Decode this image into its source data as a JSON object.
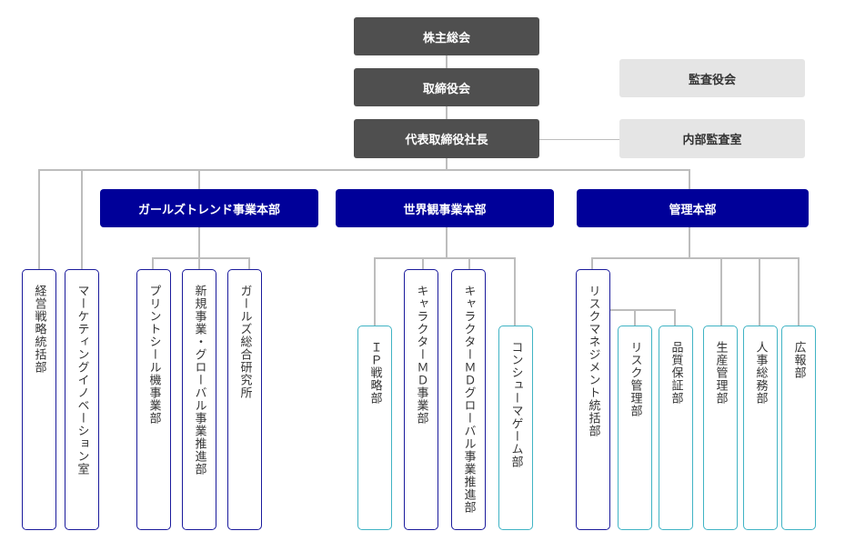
{
  "top": {
    "shareholders": "株主総会",
    "board": "取締役会",
    "president": "代表取締役社長",
    "auditors": "監査役会",
    "internal_audit": "内部監査室"
  },
  "direct": [
    {
      "label": "経営戦略統括部",
      "tier": "primary"
    },
    {
      "label": "マーケティングイノベーション室",
      "tier": "primary"
    }
  ],
  "divisions": [
    {
      "label": "ガールズトレンド事業本部",
      "departments": [
        {
          "label": "プリントシール機事業部",
          "tier": "primary"
        },
        {
          "label": "新規事業・グローバル事業推進部",
          "tier": "primary"
        },
        {
          "label": "ガールズ総合研究所",
          "tier": "primary"
        }
      ]
    },
    {
      "label": "世界観事業本部",
      "departments": [
        {
          "label": "ＩＰ戦略部",
          "tier": "secondary"
        },
        {
          "label": "キャラクターＭＤ事業部",
          "tier": "primary"
        },
        {
          "label": "キャラクターＭＤグローバル事業推進部",
          "tier": "primary"
        },
        {
          "label": "コンシューマゲーム部",
          "tier": "secondary"
        }
      ]
    },
    {
      "label": "管理本部",
      "departments": [
        {
          "label": "リスクマネジメント統括部",
          "tier": "primary",
          "children": [
            {
              "label": "リスク管理部",
              "tier": "secondary"
            },
            {
              "label": "品質保証部",
              "tier": "secondary"
            }
          ]
        },
        {
          "label": "生産管理部",
          "tier": "secondary"
        },
        {
          "label": "人事総務部",
          "tier": "secondary"
        },
        {
          "label": "広報部",
          "tier": "secondary"
        }
      ]
    }
  ],
  "colors": {
    "executive": "#4f4f4f",
    "audit": "#e5e5e5",
    "division": "#000099",
    "primary_border": "#1a1a9c",
    "secondary_border": "#3fb3c4",
    "connector": "#bdbdbd"
  }
}
